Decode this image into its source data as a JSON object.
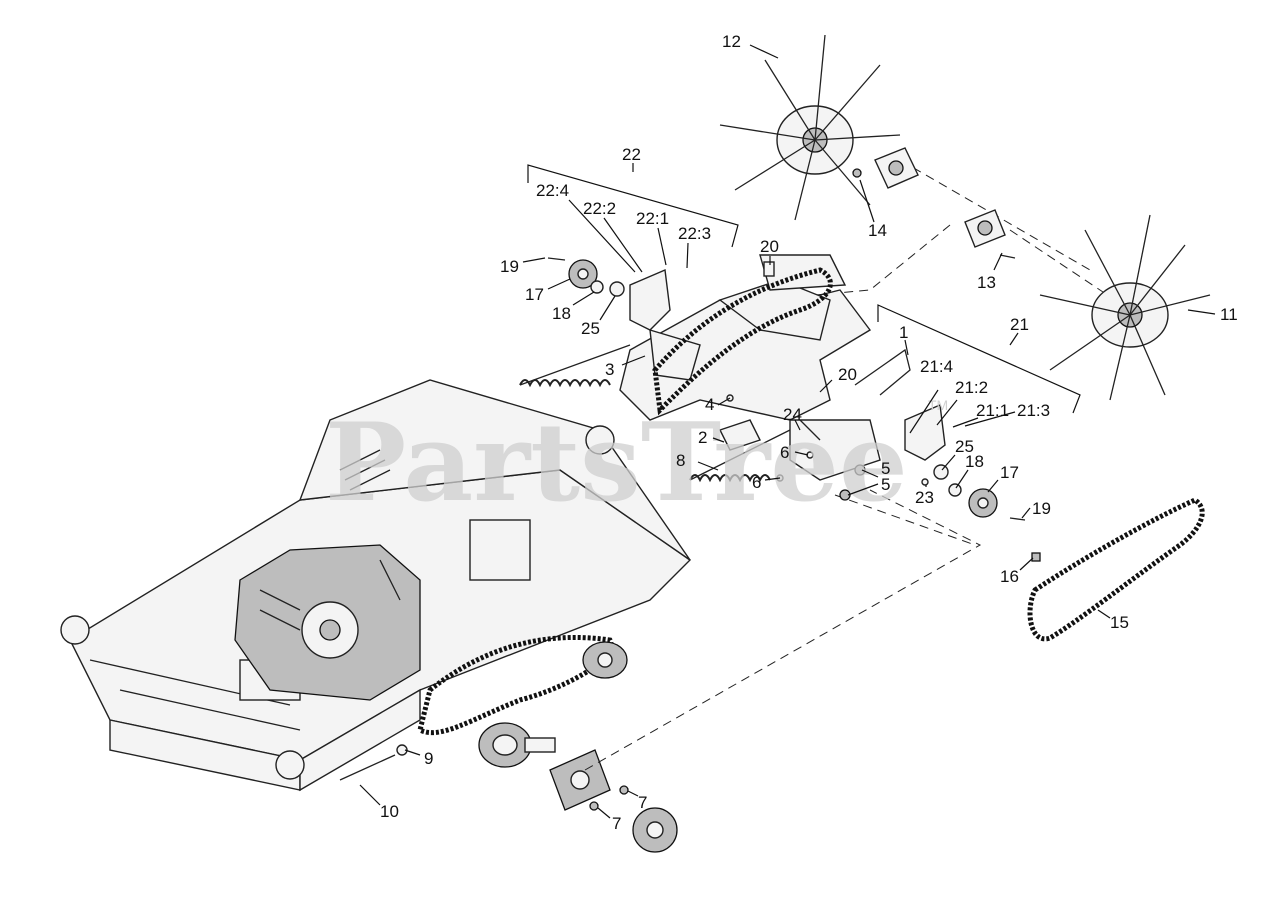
{
  "watermark": {
    "text": "PartsTree",
    "tm": "TM"
  },
  "callouts": {
    "c1": "1",
    "c2": "2",
    "c3": "3",
    "c4": "4",
    "c5a": "5",
    "c5b": "5",
    "c6a": "6",
    "c6b": "6",
    "c7a": "7",
    "c7b": "7",
    "c8": "8",
    "c9": "9",
    "c10": "10",
    "c11": "11",
    "c12": "12",
    "c13": "13",
    "c14": "14",
    "c15": "15",
    "c16": "16",
    "c17a": "17",
    "c17b": "17",
    "c18a": "18",
    "c18b": "18",
    "c19a": "19",
    "c19b": "19",
    "c20a": "20",
    "c20b": "20",
    "c21": "21",
    "c21_1": "21:1",
    "c21_2": "21:2",
    "c21_3": "21:3",
    "c21_4": "21:4",
    "c22": "22",
    "c22_1": "22:1",
    "c22_2": "22:2",
    "c22_3": "22:3",
    "c22_4": "22:4",
    "c23": "23",
    "c24": "24",
    "c25a": "25",
    "c25b": "25"
  }
}
